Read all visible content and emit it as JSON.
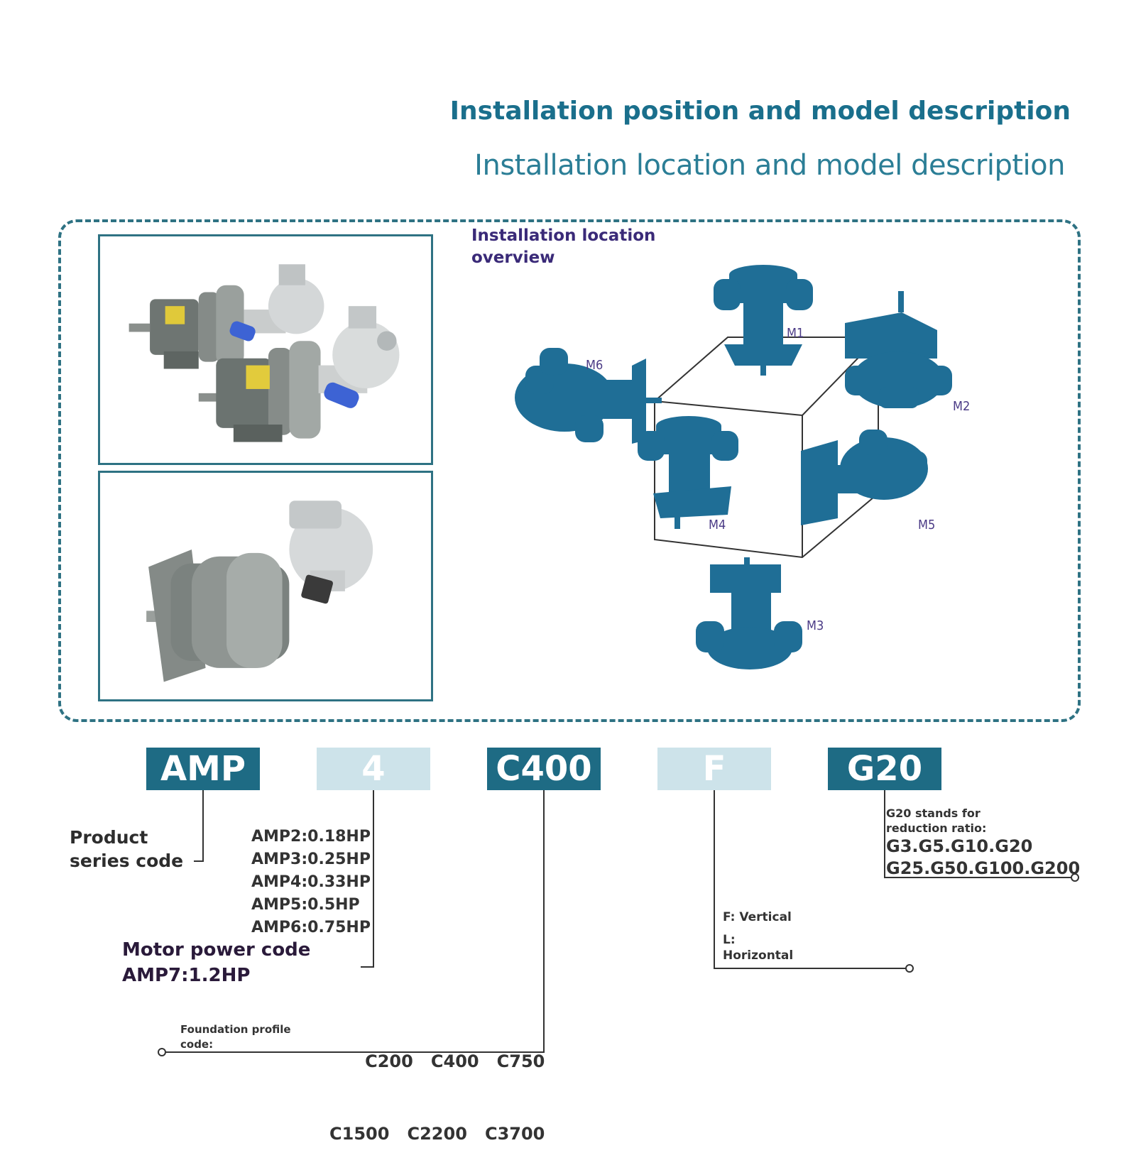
{
  "header": {
    "title": "Installation position and model description",
    "subtitle": "Installation location and model description"
  },
  "overview": {
    "label_line1": "Installation location",
    "label_line2": "overview",
    "positions": [
      "M1",
      "M2",
      "M3",
      "M4",
      "M5",
      "M6"
    ]
  },
  "model_code": {
    "segments": [
      "AMP",
      "4",
      "C400",
      "F",
      "G20"
    ],
    "product_series": {
      "line1": "Product",
      "line2": "series code"
    },
    "motor_power": {
      "options": [
        "AMP2:0.18HP",
        "AMP3:0.25HP",
        "AMP4:0.33HP",
        "AMP5:0.5HP",
        "AMP6:0.75HP"
      ],
      "title": "Motor power code",
      "last_option": "AMP7:1.2HP"
    },
    "foundation": {
      "label_line1": "Foundation profile",
      "label_line2": "code:",
      "row1": "C200   C400   C750",
      "row2": "C1500   C2200   C3700"
    },
    "mounting": {
      "vertical": "F: Vertical",
      "horizontal_line1": "L:",
      "horizontal_line2": "Horizontal"
    },
    "reduction": {
      "line1": "G20 stands for",
      "line2": "reduction ratio:",
      "line3": "G3.G5.G10.G20",
      "line4": "G25.G50.G100.G200"
    }
  },
  "colors": {
    "accent": "#1e6b84",
    "accent_light": "#cde3ea",
    "motor_blue": "#1f6e96",
    "label_purple": "#3a2a78"
  }
}
